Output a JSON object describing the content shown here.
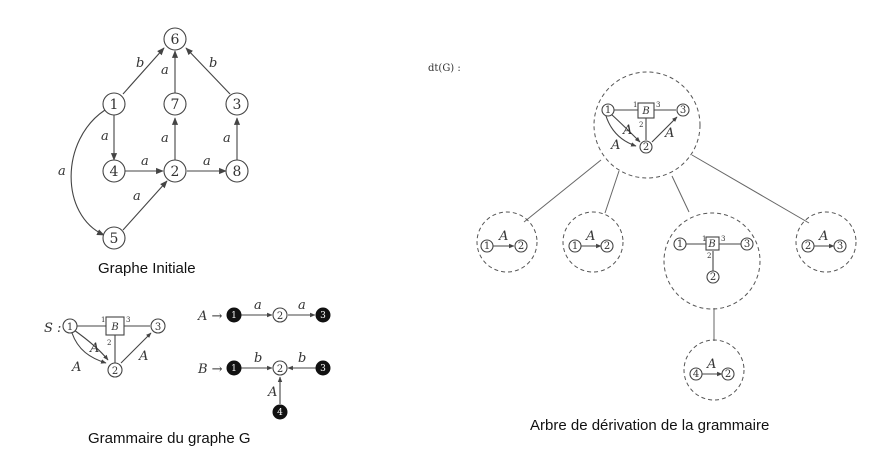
{
  "captions": {
    "initial": "Graphe Initiale",
    "grammar": "Grammaire du graphe G",
    "tree": "Arbre de dérivation de la grammaire",
    "dt": "dt(G) :"
  },
  "initial_graph": {
    "nodes": [
      "6",
      "1",
      "7",
      "3",
      "4",
      "2",
      "8",
      "5"
    ],
    "edge_labels": {
      "e1_6": "b",
      "e7_6": "a",
      "e3_6": "b",
      "e1_4": "a",
      "e2_7": "a",
      "e8_3": "a",
      "e4_2": "a",
      "e2_8": "a",
      "e1_5": "a",
      "e5_2": "a"
    }
  },
  "grammar": {
    "S_label": "S :",
    "S_nodes": [
      "1",
      "B",
      "3",
      "2"
    ],
    "S_ports": [
      "1",
      "3",
      "2"
    ],
    "S_edge_labels": [
      "A",
      "A",
      "A"
    ],
    "A_rule": {
      "lhs": "A →",
      "nodes": [
        "1",
        "2",
        "3"
      ],
      "labels": [
        "a",
        "a"
      ]
    },
    "B_rule": {
      "lhs": "B →",
      "nodes": [
        "1",
        "2",
        "3",
        "4"
      ],
      "labels": [
        "b",
        "b",
        "A"
      ]
    }
  },
  "tree": {
    "root": {
      "nodes": [
        "1",
        "B",
        "3",
        "2"
      ],
      "ports": [
        "1",
        "3",
        "2"
      ],
      "labels": [
        "A",
        "A",
        "A"
      ]
    },
    "leaf1": {
      "nodes": [
        "1",
        "2"
      ],
      "label": "A"
    },
    "leaf2": {
      "nodes": [
        "1",
        "2"
      ],
      "label": "A"
    },
    "mid": {
      "nodes": [
        "1",
        "B",
        "3",
        "2"
      ],
      "ports": [
        "1",
        "3",
        "2"
      ]
    },
    "leaf3": {
      "nodes": [
        "2",
        "3"
      ],
      "label": "A"
    },
    "leaf4": {
      "nodes": [
        "4",
        "2"
      ],
      "label": "A"
    }
  }
}
